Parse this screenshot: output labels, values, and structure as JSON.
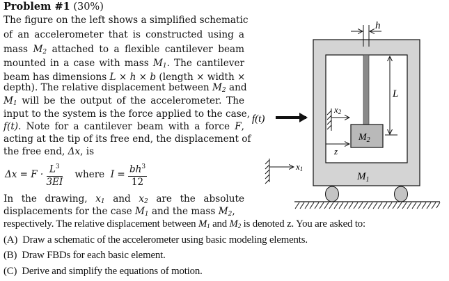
{
  "problem": {
    "title_bold": "Problem #1",
    "title_weight": "(30%)",
    "paragraph_lines": [
      [
        "The figure on the left shows a simplified schematic"
      ],
      [
        "of an accelerometer that is constructed using a"
      ],
      [
        "mass ",
        "M",
        "2",
        " attached to a flexible cantilever beam"
      ],
      [
        "mounted in a case with mass ",
        "M",
        "1",
        ". The cantilever"
      ],
      [
        "beam has dimensions ",
        "L × h × b",
        " (length × width ×"
      ],
      [
        "depth). The relative displacement between ",
        "M",
        "2",
        " and"
      ],
      [
        "M",
        "1",
        " will be the output of the accelerometer. The"
      ],
      [
        "input to the system is the force applied to the case,"
      ],
      [
        "f(t)",
        ". Note for a cantilever beam with a force ",
        "F",
        ","
      ],
      [
        "acting at the tip of its free end, the displacement of"
      ],
      [
        "the free end, ",
        "Δx",
        ", is"
      ]
    ],
    "equation": {
      "lhs": "Δx = F ·",
      "frac1_num": "L",
      "frac1_num_exp": "3",
      "frac1_den": "3EI",
      "where": "where",
      "I_lhs": "I =",
      "frac2_num": "bh",
      "frac2_num_exp": "3",
      "frac2_den": "12"
    },
    "after_eq_lines": [
      [
        "In the drawing, ",
        "x",
        "1",
        " and ",
        "x",
        "2",
        " are the absolute"
      ],
      [
        "displacements for the case ",
        "M",
        "1",
        " and the mass ",
        "M",
        "2",
        ","
      ]
    ],
    "respectively_line": [
      "respectively. The relative displacement between ",
      "M",
      "1",
      " and ",
      "M",
      "2",
      " is denoted z. You are asked to:"
    ],
    "tasks": [
      {
        "label": "(A)",
        "text": "Draw a schematic of the accelerometer using basic modeling elements."
      },
      {
        "label": "(B)",
        "text": "Draw FBDs for each basic element."
      },
      {
        "label": "(C)",
        "text": "Derive and simplify the equations of motion."
      }
    ]
  },
  "diagram": {
    "labels": {
      "h": "h",
      "L": "L",
      "ft": "f(t)",
      "x2": "x",
      "x2_sub": "2",
      "z": "z",
      "x1": "x",
      "x1_sub": "1",
      "M2": "M",
      "M2_sub": "2",
      "M1": "M",
      "M1_sub": "1"
    },
    "colors": {
      "case_fill": "#d4d4d4",
      "beam_fill": "#8a8a8a",
      "mass_fill": "#b9b9b9",
      "wheel_fill": "#c4c4c4",
      "stroke": "#111111"
    }
  }
}
